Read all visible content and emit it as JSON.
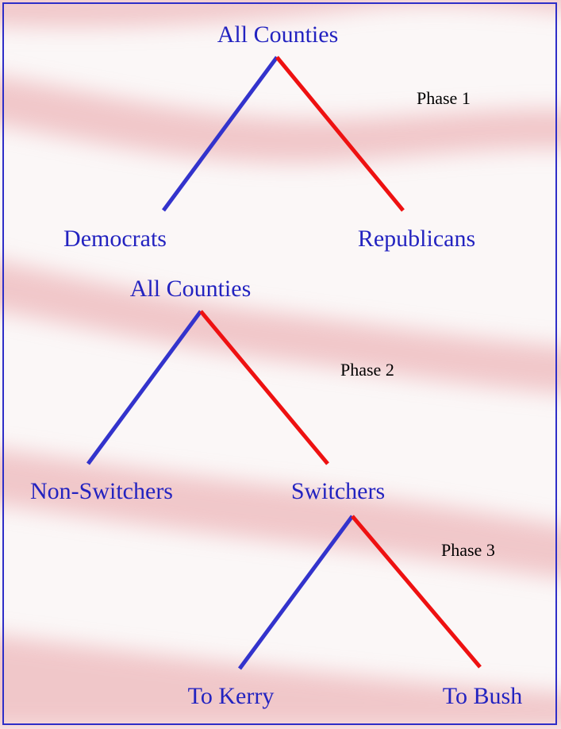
{
  "colors": {
    "text": "#2323c0",
    "left_branch": "#3333cc",
    "right_branch": "#ee1111",
    "stripe": "#e8a0a4",
    "frame": "#2e2ec8"
  },
  "tree": {
    "phase1": {
      "root": "All Counties",
      "left": "Democrats",
      "right": "Republicans",
      "phase_label": "Phase 1"
    },
    "phase2": {
      "root": "All Counties",
      "left": "Non-Switchers",
      "right": "Switchers",
      "phase_label": "Phase 2"
    },
    "phase3": {
      "left": "To Kerry",
      "right": "To Bush",
      "phase_label": "Phase 3"
    }
  }
}
